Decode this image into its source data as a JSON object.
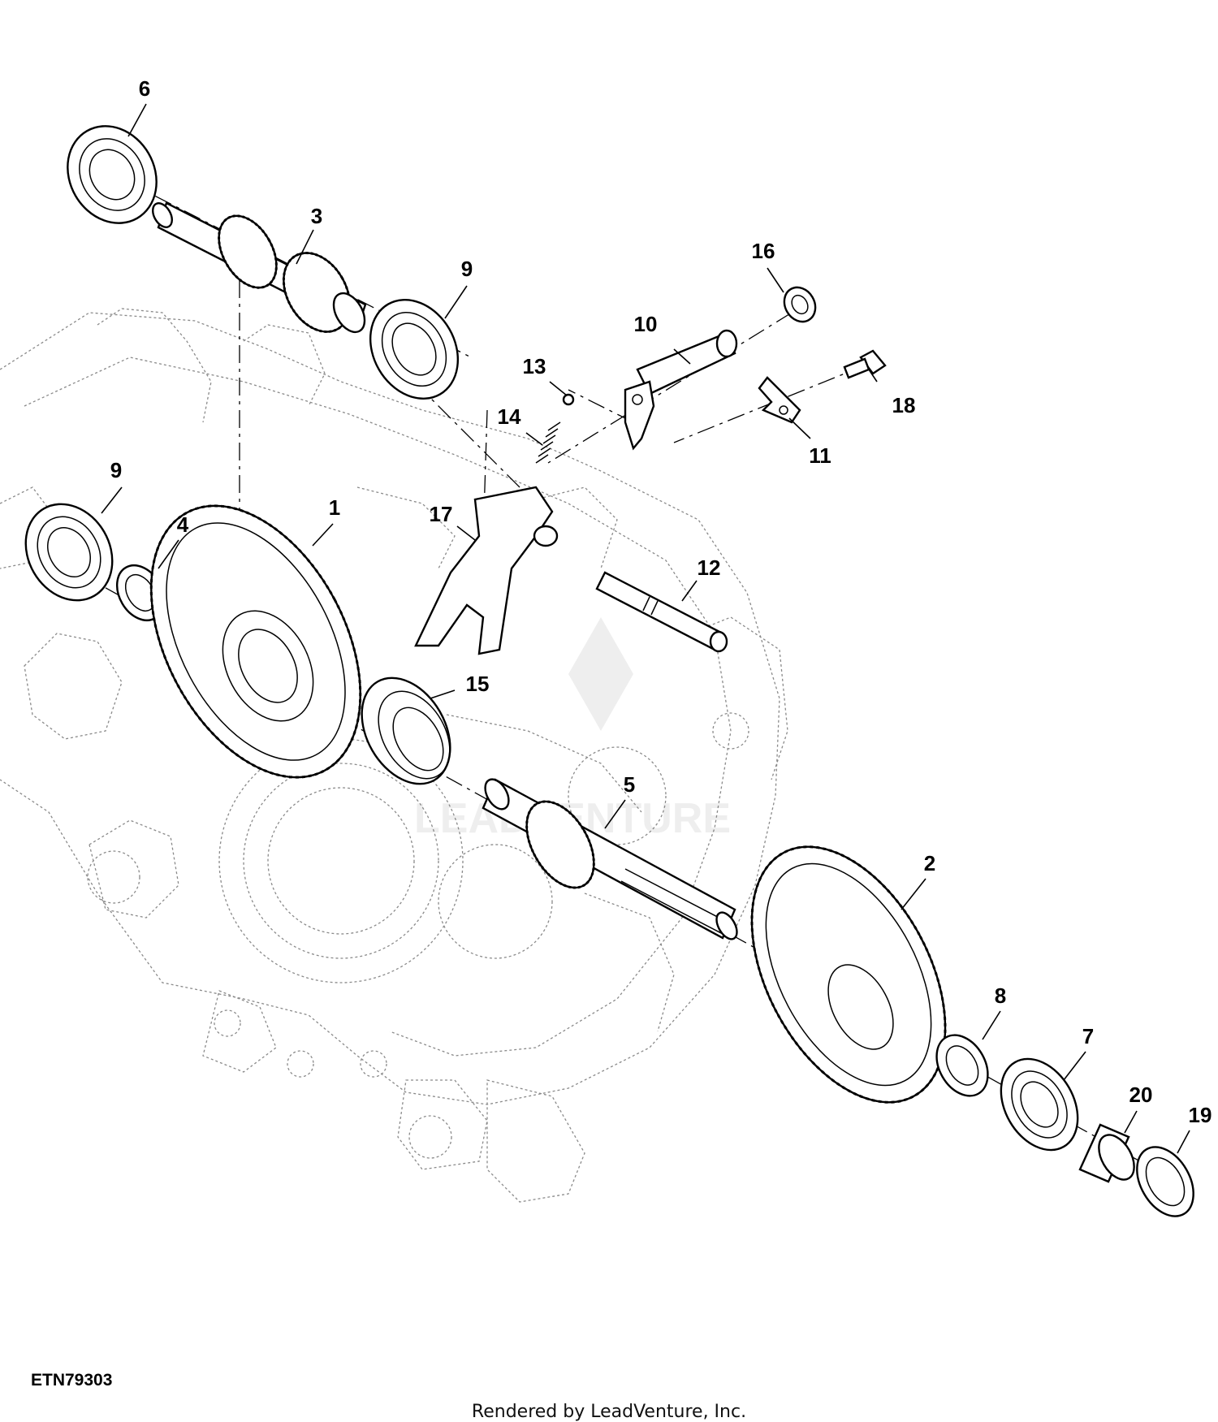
{
  "diagram": {
    "reference_code": "ETN79303",
    "credit": "Rendered by LeadVenture, Inc.",
    "callouts": [
      "1",
      "2",
      "3",
      "4",
      "5",
      "6",
      "7",
      "8",
      "9",
      "9",
      "10",
      "11",
      "12",
      "13",
      "14",
      "15",
      "16",
      "17",
      "18",
      "19",
      "20"
    ]
  }
}
